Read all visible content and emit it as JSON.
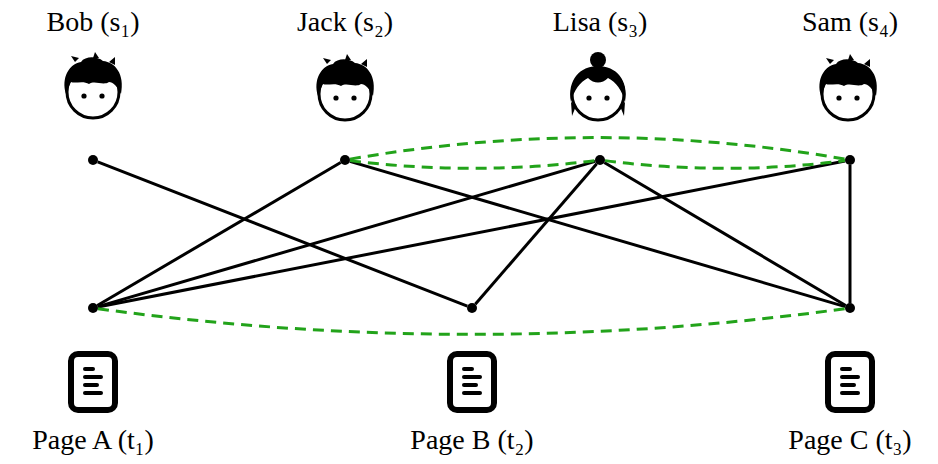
{
  "diagram": {
    "nodes": [
      {
        "text": [
          "Bob (s₁)"
        ]
      },
      {
        "text": [
          "Jack (s₂)"
        ]
      },
      {
        "text": [
          "Lisa (s₃)"
        ]
      },
      {
        "text": [
          "Sam (s₄)"
        ]
      },
      {
        "text": [
          "Page A (t₁)"
        ]
      },
      {
        "text": [
          "Page B (t₂)"
        ]
      },
      {
        "text": [
          "Page C (t₃)"
        ]
      }
    ],
    "edges": [
      {
        "from": 0,
        "to": 5,
        "arrow": "none"
      },
      {
        "from": 1,
        "to": 4,
        "arrow": "none"
      },
      {
        "from": 1,
        "to": 6,
        "arrow": "none"
      },
      {
        "from": 2,
        "to": 4,
        "arrow": "none"
      },
      {
        "from": 2,
        "to": 5,
        "arrow": "none"
      },
      {
        "from": 2,
        "to": 6,
        "arrow": "none"
      },
      {
        "from": 3,
        "to": 4,
        "arrow": "none"
      },
      {
        "from": 3,
        "to": 6,
        "arrow": "none"
      },
      {
        "from": 1,
        "to": 3,
        "arrow": "none"
      },
      {
        "from": 1,
        "to": 2,
        "arrow": "none"
      },
      {
        "from": 2,
        "to": 3,
        "arrow": "none"
      },
      {
        "from": 4,
        "to": 6,
        "arrow": "none"
      }
    ]
  }
}
